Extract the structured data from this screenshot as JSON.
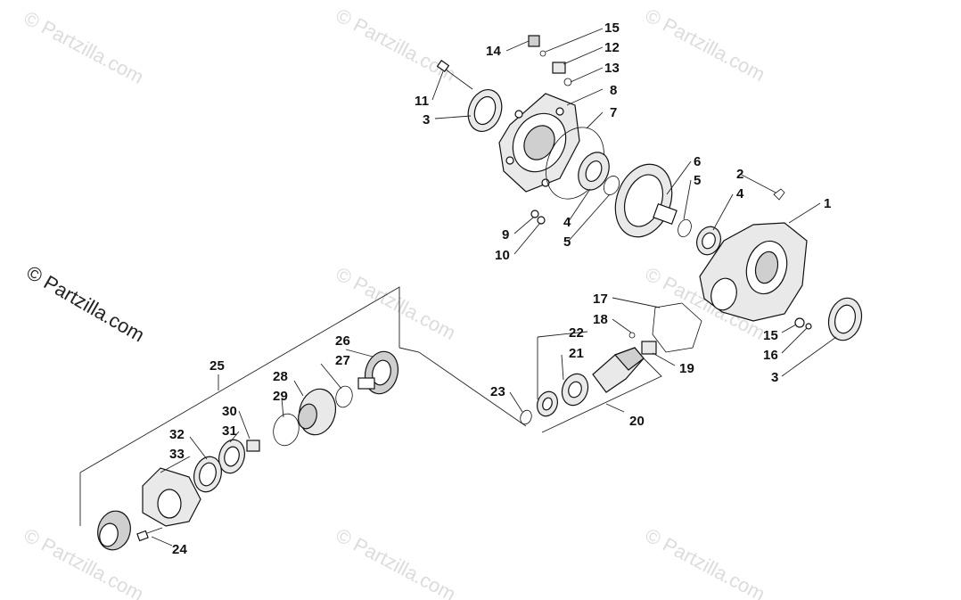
{
  "image": {
    "copyright_text": "© Partzilla.com",
    "watermark_text": "© Partzilla.com"
  },
  "callouts": {
    "c1": "1",
    "c2": "2",
    "c3a": "3",
    "c3b": "3",
    "c4a": "4",
    "c4b": "4",
    "c5a": "5",
    "c5b": "5",
    "c6": "6",
    "c7": "7",
    "c8": "8",
    "c9": "9",
    "c10": "10",
    "c11": "11",
    "c12": "12",
    "c13": "13",
    "c14": "14",
    "c15a": "15",
    "c15b": "15",
    "c16": "16",
    "c17": "17",
    "c18": "18",
    "c19": "19",
    "c20": "20",
    "c21": "21",
    "c22": "22",
    "c23": "23",
    "c24": "24",
    "c25": "25",
    "c26": "26",
    "c27": "27",
    "c28": "28",
    "c29": "29",
    "c30": "30",
    "c31": "31",
    "c32": "32",
    "c33": "33"
  }
}
